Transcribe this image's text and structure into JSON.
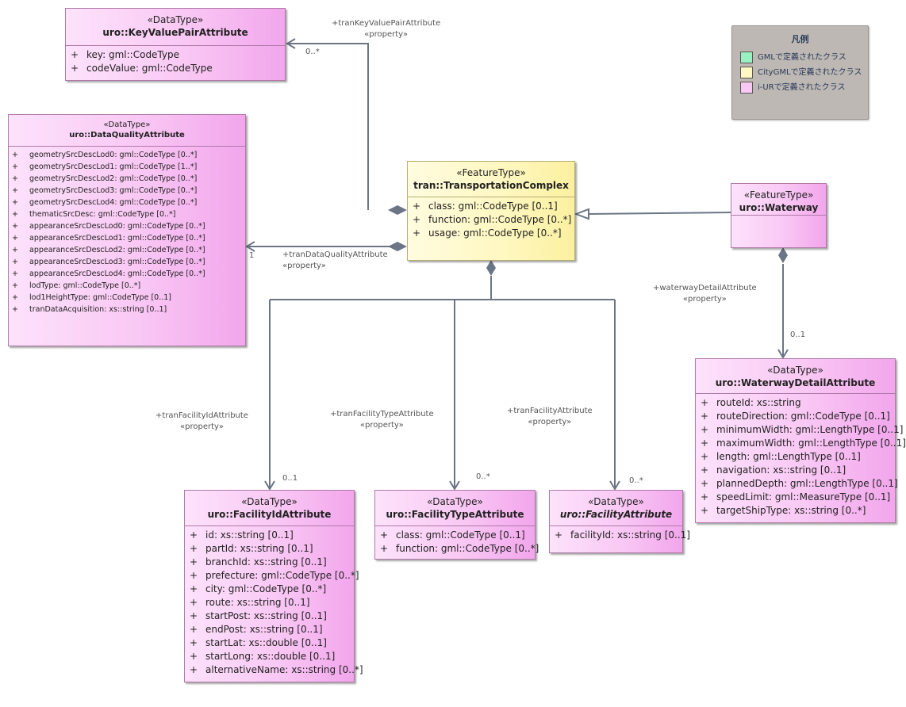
{
  "legend": {
    "title": "凡例",
    "items": [
      {
        "label": "GMLで定義されたクラス",
        "color": "#99f0c0"
      },
      {
        "label": "CityGMLで定義されたクラス",
        "color": "#fff8c2"
      },
      {
        "label": "i-URで定義されたクラス",
        "color": "#f9c8f4"
      }
    ]
  },
  "classes": {
    "kvp": {
      "stereotype": "«DataType»",
      "name": "uro::KeyValuePairAttribute",
      "attrs": [
        {
          "vis": "+",
          "text": "key: gml::CodeType"
        },
        {
          "vis": "+",
          "text": "codeValue: gml::CodeType"
        }
      ]
    },
    "dq": {
      "stereotype": "«DataType»",
      "name": "uro::DataQualityAttribute",
      "attrs": [
        {
          "vis": "+",
          "text": "geometrySrcDescLod0: gml::CodeType [0..*]"
        },
        {
          "vis": "+",
          "text": "geometrySrcDescLod1: gml::CodeType [1..*]"
        },
        {
          "vis": "+",
          "text": "geometrySrcDescLod2: gml::CodeType [0..*]"
        },
        {
          "vis": "+",
          "text": "geometrySrcDescLod3: gml::CodeType [0..*]"
        },
        {
          "vis": "+",
          "text": "geometrySrcDescLod4: gml::CodeType [0..*]"
        },
        {
          "vis": "+",
          "text": "thematicSrcDesc: gml::CodeType [0..*]"
        },
        {
          "vis": "+",
          "text": "appearanceSrcDescLod0: gml::CodeType [0..*]"
        },
        {
          "vis": "+",
          "text": "appearanceSrcDescLod1: gml::CodeType [0..*]"
        },
        {
          "vis": "+",
          "text": "appearanceSrcDescLod2: gml::CodeType [0..*]"
        },
        {
          "vis": "+",
          "text": "appearanceSrcDescLod3: gml::CodeType [0..*]"
        },
        {
          "vis": "+",
          "text": "appearanceSrcDescLod4: gml::CodeType [0..*]"
        },
        {
          "vis": "+",
          "text": "lodType: gml::CodeType [0..*]"
        },
        {
          "vis": "+",
          "text": "lod1HeightType: gml::CodeType [0..1]"
        },
        {
          "vis": "+",
          "text": "tranDataAcquisition: xs::string [0..1]"
        }
      ]
    },
    "tc": {
      "stereotype": "«FeatureType»",
      "name": "tran::TransportationComplex",
      "attrs": [
        {
          "vis": "+",
          "text": "class: gml::CodeType [0..1]"
        },
        {
          "vis": "+",
          "text": "function: gml::CodeType [0..*]"
        },
        {
          "vis": "+",
          "text": "usage: gml::CodeType [0..*]"
        }
      ]
    },
    "ww": {
      "stereotype": "«FeatureType»",
      "name": "uro::Waterway",
      "attrs": []
    },
    "wwd": {
      "stereotype": "«DataType»",
      "name": "uro::WaterwayDetailAttribute",
      "attrs": [
        {
          "vis": "+",
          "text": "routeId: xs::string"
        },
        {
          "vis": "+",
          "text": "routeDirection: gml::CodeType [0..1]"
        },
        {
          "vis": "+",
          "text": "minimumWidth: gml::LengthType [0..1]"
        },
        {
          "vis": "+",
          "text": "maximumWidth: gml::LengthType [0..1]"
        },
        {
          "vis": "+",
          "text": "length: gml::LengthType [0..1]"
        },
        {
          "vis": "+",
          "text": "navigation: xs::string [0..1]"
        },
        {
          "vis": "+",
          "text": "plannedDepth: gml::LengthType [0..1]"
        },
        {
          "vis": "+",
          "text": "speedLimit: gml::MeasureType [0..1]"
        },
        {
          "vis": "+",
          "text": "targetShipType: xs::string [0..*]"
        }
      ]
    },
    "fid": {
      "stereotype": "«DataType»",
      "name": "uro::FacilityIdAttribute",
      "attrs": [
        {
          "vis": "+",
          "text": "id: xs::string [0..1]"
        },
        {
          "vis": "+",
          "text": "partId: xs::string [0..1]"
        },
        {
          "vis": "+",
          "text": "branchId: xs::string [0..1]"
        },
        {
          "vis": "+",
          "text": "prefecture: gml::CodeType [0..*]"
        },
        {
          "vis": "+",
          "text": "city: gml::CodeType [0..*]"
        },
        {
          "vis": "+",
          "text": "route: xs::string [0..1]"
        },
        {
          "vis": "+",
          "text": "startPost: xs::string [0..1]"
        },
        {
          "vis": "+",
          "text": "endPost: xs::string [0..1]"
        },
        {
          "vis": "+",
          "text": "startLat: xs::double [0..1]"
        },
        {
          "vis": "+",
          "text": "startLong: xs::double [0..1]"
        },
        {
          "vis": "+",
          "text": "alternativeName: xs::string [0..*]"
        }
      ]
    },
    "ftype": {
      "stereotype": "«DataType»",
      "name": "uro::FacilityTypeAttribute",
      "attrs": [
        {
          "vis": "+",
          "text": "class: gml::CodeType [0..1]"
        },
        {
          "vis": "+",
          "text": "function: gml::CodeType [0..*]"
        }
      ]
    },
    "fa": {
      "stereotype": "«DataType»",
      "name": "uro::FacilityAttribute",
      "attrs": [
        {
          "vis": "+",
          "text": "facilityId: xs::string [0..1]"
        }
      ]
    }
  },
  "associations": {
    "kvp": {
      "role": "+tranKeyValuePairAttribute",
      "stereo": "«property»",
      "mult": "0..*"
    },
    "dq": {
      "role": "+tranDataQualityAttribute",
      "stereo": "«property»",
      "mult": "1"
    },
    "fid": {
      "role": "+tranFacilityIdAttribute",
      "stereo": "«property»",
      "mult": "0..1"
    },
    "ftype": {
      "role": "+tranFacilityTypeAttribute",
      "stereo": "«property»",
      "mult": "0..*"
    },
    "fa": {
      "role": "+tranFacilityAttribute",
      "stereo": "«property»",
      "mult": "0..*"
    },
    "wwd": {
      "role": "+waterwayDetailAttribute",
      "stereo": "«property»",
      "mult": "0..1"
    }
  }
}
